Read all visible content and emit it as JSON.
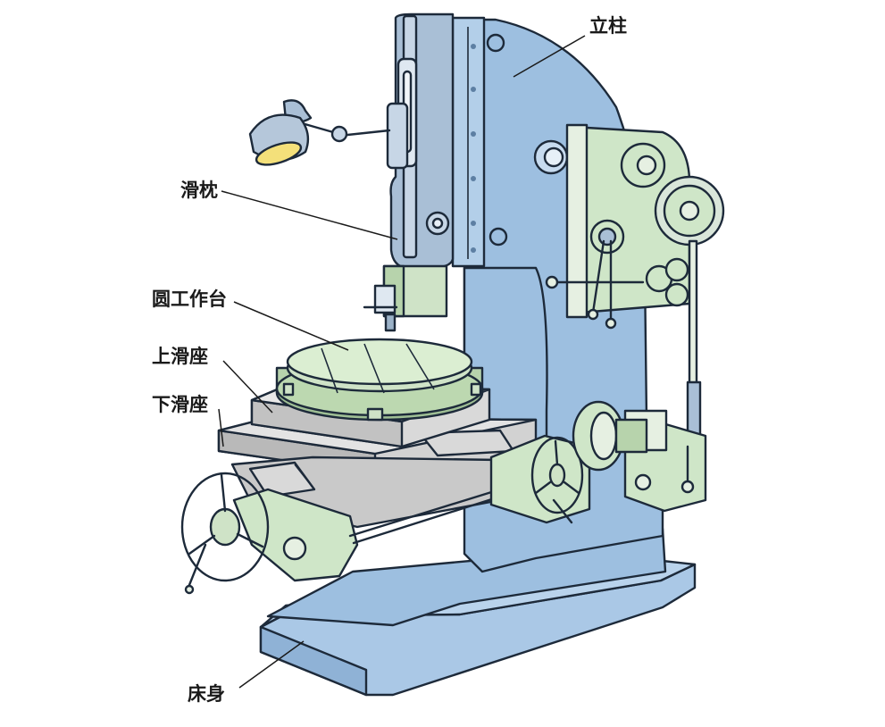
{
  "labels": {
    "column": "立柱",
    "ram": "滑枕",
    "rotary_table": "圆工作台",
    "upper_slide": "上滑座",
    "lower_slide": "下滑座",
    "bed": "床身"
  },
  "colors": {
    "body_blue": "#9dbfe0",
    "body_blue_dark": "#7fa6cc",
    "ram_steel": "#a9bfd6",
    "table_green": "#cfe3c7",
    "gearbox_green": "#cfe6c8",
    "slide_gray": "#c9c9c9",
    "outline": "#1d2a3a"
  }
}
